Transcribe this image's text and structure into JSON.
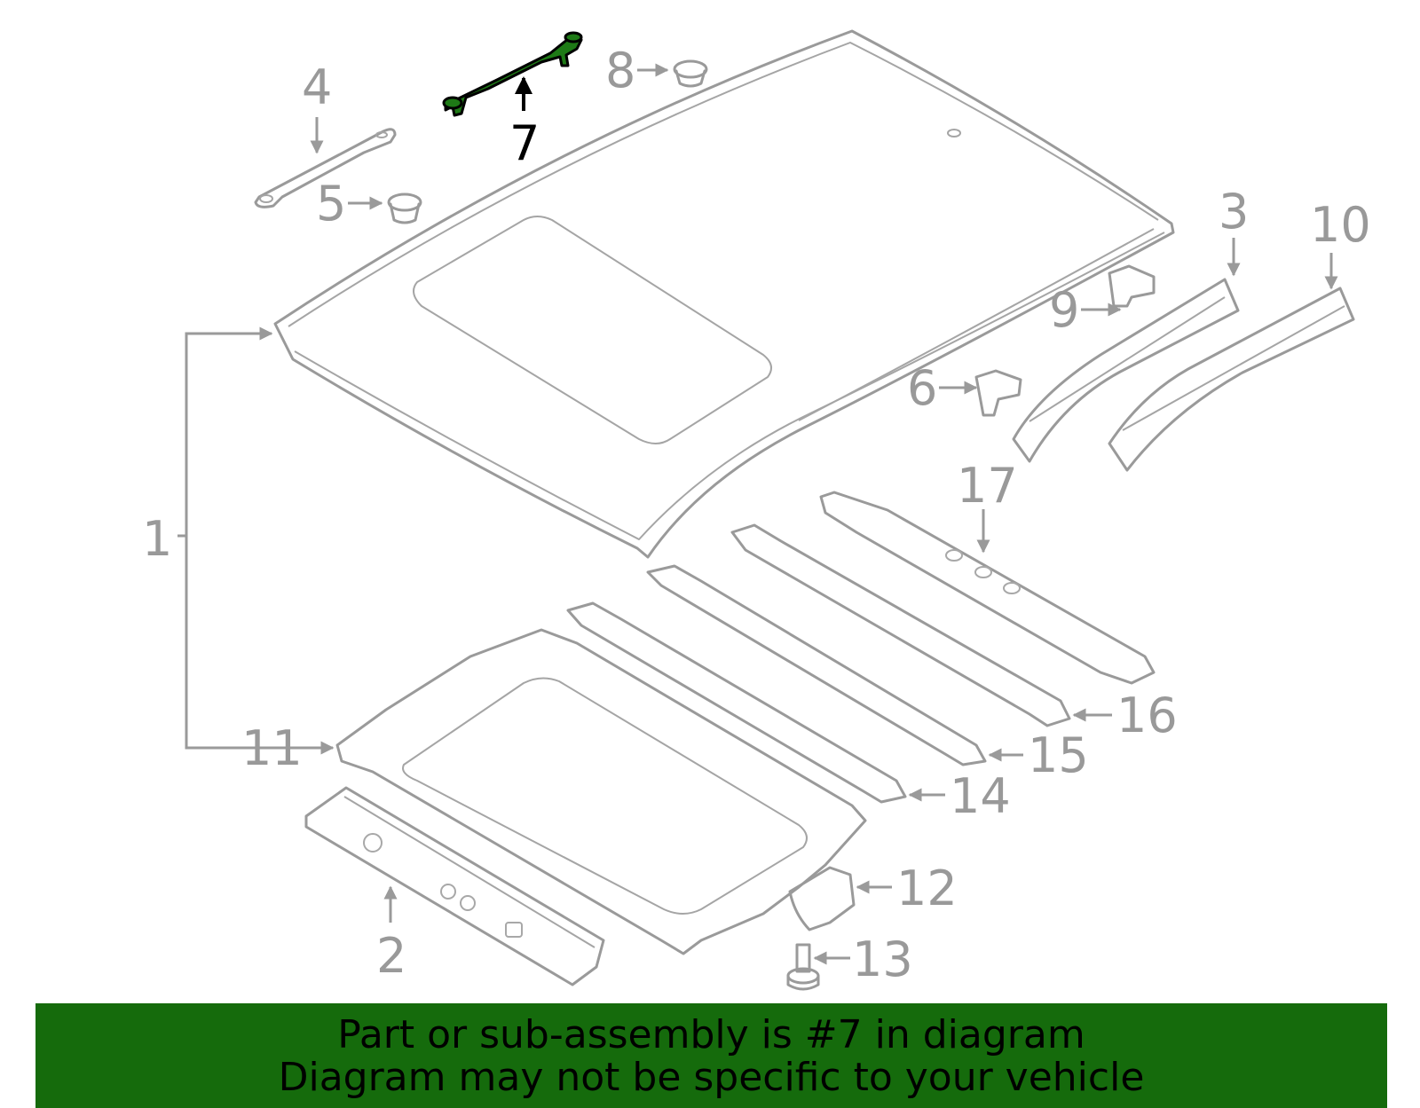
{
  "banner": {
    "line1": "Part or sub-assembly is #7 in diagram",
    "line2": "Diagram may not be specific to your vehicle",
    "color": "#156b0c"
  },
  "highlight": {
    "part_number": "7",
    "color": "#1a6a12"
  },
  "callouts": {
    "c1": "1",
    "c2": "2",
    "c3": "3",
    "c4": "4",
    "c5": "5",
    "c6": "6",
    "c7": "7",
    "c8": "8",
    "c9": "9",
    "c10": "10",
    "c11": "11",
    "c12": "12",
    "c13": "13",
    "c14": "14",
    "c15": "15",
    "c16": "16",
    "c17": "17"
  }
}
